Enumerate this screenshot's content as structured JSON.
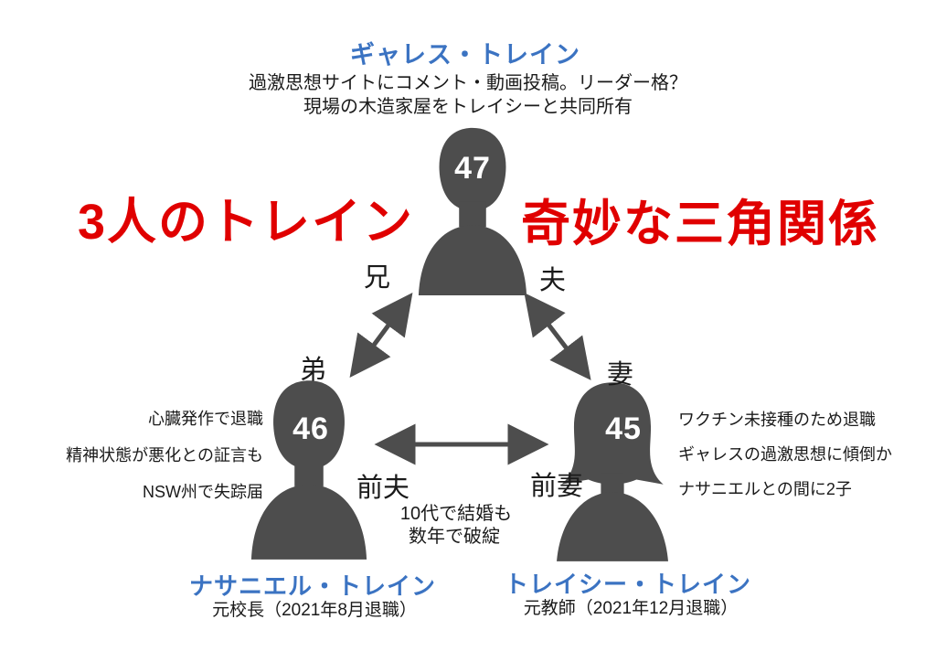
{
  "titles": {
    "left": "3人のトレイン",
    "right": "奇妙な三角関係"
  },
  "colors": {
    "accent_blue": "#3B73C2",
    "accent_red": "#E00000",
    "silhouette_gray": "#4D4D4D",
    "arrow_gray": "#4D4D4D",
    "age_text": "#ffffff"
  },
  "persons": {
    "top": {
      "name": "ギャレス・トレイン",
      "age": "47",
      "desc_line1": "過激思想サイトにコメント・動画投稿。リーダー格？",
      "desc_line2": "現場の木造家屋をトレイシーと共同所有"
    },
    "left": {
      "name": "ナサニエル・トレイン",
      "age": "46",
      "subtitle": "元校長（2021年8月退職）",
      "note_line1": "心臓発作で退職",
      "note_line2": "精神状態が悪化との証言も",
      "note_line3": "NSW州で失踪届"
    },
    "right": {
      "name": "トレイシー・トレイン",
      "age": "45",
      "subtitle": "元教師（2021年12月退職）",
      "note_line1": "ワクチン未接種のため退職",
      "note_line2": "ギャレスの過激思想に傾倒か",
      "note_line3": "ナサニエルとの間に2子"
    }
  },
  "relationships": {
    "top_to_left_upper": "兄",
    "top_to_left_lower": "弟",
    "top_to_right_upper": "夫",
    "top_to_right_lower": "妻",
    "left_ex": "前夫",
    "right_ex": "前妻",
    "bottom_note_line1": "10代で結婚も",
    "bottom_note_line2": "数年で破綻"
  }
}
